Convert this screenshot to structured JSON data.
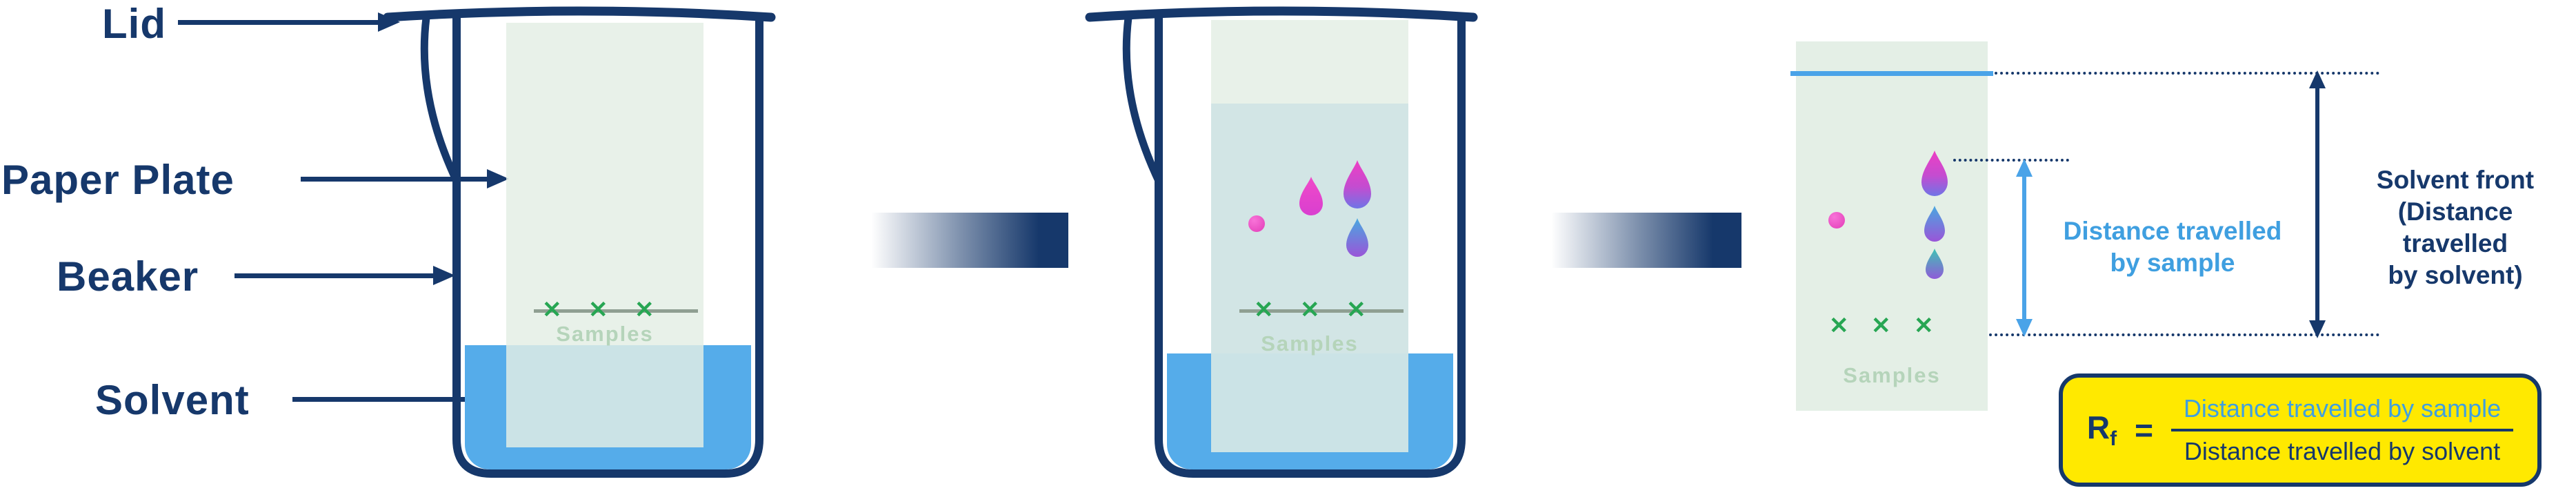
{
  "colors": {
    "navy": "#16386b",
    "light_blue": "#4aa3e8",
    "solvent_blue": "#55acea",
    "paper_green": "#e4efe6",
    "pale_green_text": "#b5d4ba",
    "x_green": "#27a653",
    "formula_box_yellow": "#ffe900",
    "spot_pink": "#e23db8",
    "spot_violet": "#7e5ede",
    "spot_teal": "#3ec4b4"
  },
  "left_labels": {
    "lid": "Lid",
    "paper_plate": "Paper Plate",
    "beaker": "Beaker",
    "solvent": "Solvent"
  },
  "stages": [
    {
      "samples_label": "Samples"
    },
    {
      "samples_label": "Samples"
    },
    {
      "samples_label": "Samples"
    }
  ],
  "annotations": {
    "distance_sample": {
      "line1": "Distance travelled",
      "line2": "by sample"
    },
    "solvent_front": {
      "line1": "Solvent front",
      "line2": "(Distance travelled",
      "line3": "by solvent)"
    }
  },
  "formula": {
    "symbol": "R",
    "subscript": "f",
    "equals": "=",
    "numerator": "Distance travelled by sample",
    "denominator": "Distance travelled by solvent"
  }
}
